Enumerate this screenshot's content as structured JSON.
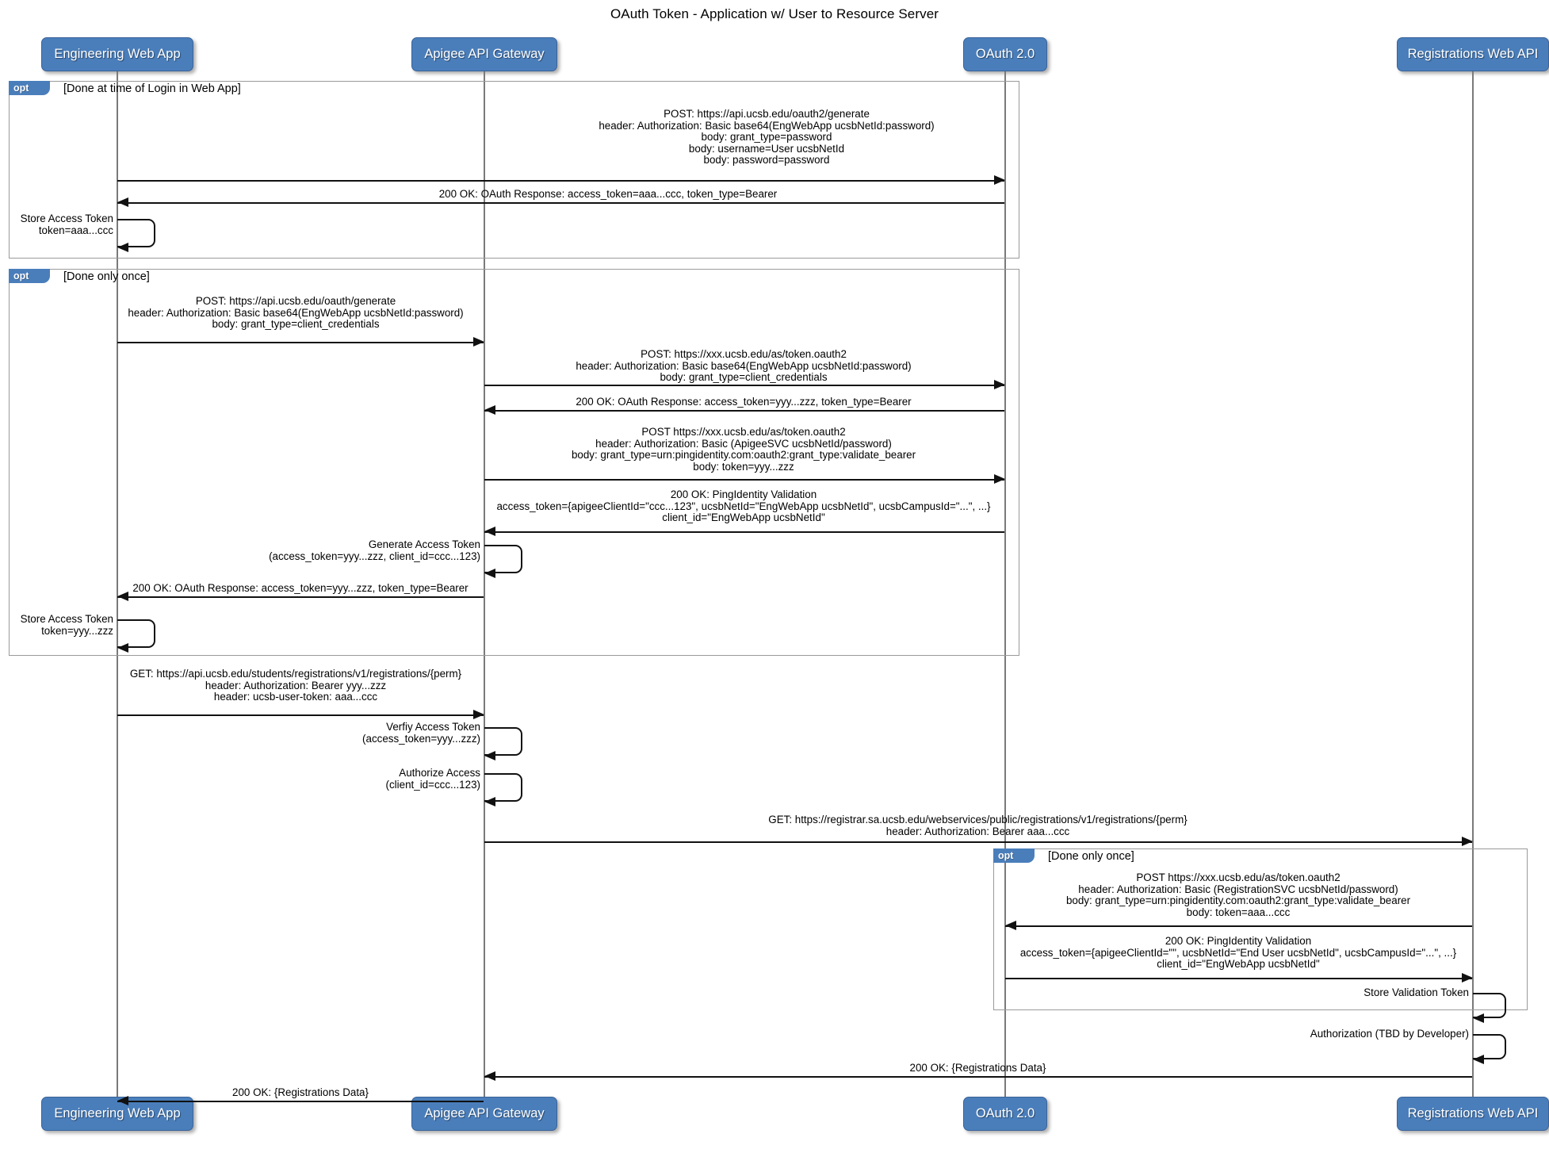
{
  "title": "OAuth Token - Application w/ User to Resource Server",
  "theme": {
    "participant_fill": "#4a7ebb",
    "participant_text": "#ffffff",
    "lifeline": "#7a7a7a",
    "fragment_border": "#9a9a9a",
    "message_line": "#111111",
    "background": "#ffffff"
  },
  "participants": [
    {
      "id": "engweb",
      "label": "Engineering Web App"
    },
    {
      "id": "apigee",
      "label": "Apigee API Gateway"
    },
    {
      "id": "oauth",
      "label": "OAuth 2.0"
    },
    {
      "id": "regapi",
      "label": "Registrations Web API"
    }
  ],
  "fragments": [
    {
      "id": "frag1",
      "tag": "opt",
      "label": "[Done at time of Login in Web App]"
    },
    {
      "id": "frag2",
      "tag": "opt",
      "label": "[Done only once]"
    },
    {
      "id": "frag3",
      "tag": "opt",
      "label": "[Done only once]"
    }
  ],
  "messages": [
    {
      "id": "m1",
      "from": "engweb",
      "to": "oauth",
      "direction": "right",
      "text": "POST: https://api.ucsb.edu/oauth2/generate\nheader: Authorization: Basic base64(EngWebApp ucsbNetId:password)\nbody: grant_type=password\nbody: username=User ucsbNetId\nbody: password=password"
    },
    {
      "id": "m2",
      "from": "oauth",
      "to": "engweb",
      "direction": "left",
      "text": "200 OK: OAuth Response: access_token=aaa...ccc, token_type=Bearer"
    },
    {
      "id": "m3",
      "self": "engweb",
      "kind": "self",
      "text": "Store Access Token\ntoken=aaa...ccc"
    },
    {
      "id": "m4",
      "from": "engweb",
      "to": "apigee",
      "direction": "right",
      "text": "POST: https://api.ucsb.edu/oauth/generate\nheader: Authorization: Basic base64(EngWebApp ucsbNetId:password)\nbody: grant_type=client_credentials"
    },
    {
      "id": "m5",
      "from": "apigee",
      "to": "oauth",
      "direction": "right",
      "text": "POST: https://xxx.ucsb.edu/as/token.oauth2\nheader: Authorization: Basic base64(EngWebApp ucsbNetId:password)\nbody: grant_type=client_credentials"
    },
    {
      "id": "m6",
      "from": "oauth",
      "to": "apigee",
      "direction": "left",
      "text": "200 OK: OAuth Response: access_token=yyy...zzz, token_type=Bearer"
    },
    {
      "id": "m7",
      "from": "apigee",
      "to": "oauth",
      "direction": "right",
      "text": "POST https://xxx.ucsb.edu/as/token.oauth2\nheader: Authorization: Basic (ApigeeSVC ucsbNetId/password)\nbody: grant_type=urn:pingidentity.com:oauth2:grant_type:validate_bearer\nbody: token=yyy...zzz"
    },
    {
      "id": "m8",
      "from": "oauth",
      "to": "apigee",
      "direction": "left",
      "text": "200 OK: PingIdentity Validation\naccess_token={apigeeClientId=\"ccc...123\", ucsbNetId=\"EngWebApp ucsbNetId\", ucsbCampusId=\"...\", ...}\nclient_id=\"EngWebApp ucsbNetId\""
    },
    {
      "id": "m9",
      "self": "apigee",
      "kind": "self",
      "text": "Generate Access Token\n(access_token=yyy...zzz, client_id=ccc...123)"
    },
    {
      "id": "m10",
      "from": "apigee",
      "to": "engweb",
      "direction": "left",
      "text": "200 OK: OAuth Response: access_token=yyy...zzz, token_type=Bearer"
    },
    {
      "id": "m11",
      "self": "engweb",
      "kind": "self",
      "text": "Store Access Token\ntoken=yyy...zzz"
    },
    {
      "id": "m12",
      "from": "engweb",
      "to": "apigee",
      "direction": "right",
      "text": "GET: https://api.ucsb.edu/students/registrations/v1/registrations/{perm}\nheader: Authorization: Bearer yyy...zzz\nheader: ucsb-user-token: aaa...ccc"
    },
    {
      "id": "m13",
      "self": "apigee",
      "kind": "self",
      "text": "Verfiy Access Token\n(access_token=yyy...zzz)"
    },
    {
      "id": "m14",
      "self": "apigee",
      "kind": "self",
      "text": "Authorize Access\n(client_id=ccc...123)"
    },
    {
      "id": "m15",
      "from": "apigee",
      "to": "regapi",
      "direction": "right",
      "text": "GET: https://registrar.sa.ucsb.edu/webservices/public/registrations/v1/registrations/{perm}\nheader: Authorization: Bearer aaa...ccc"
    },
    {
      "id": "m16",
      "from": "regapi",
      "to": "oauth",
      "direction": "left",
      "text": "POST https://xxx.ucsb.edu/as/token.oauth2\nheader: Authorization: Basic (RegistrationSVC ucsbNetId/password)\nbody: grant_type=urn:pingidentity.com:oauth2:grant_type:validate_bearer\nbody: token=aaa...ccc"
    },
    {
      "id": "m17",
      "from": "oauth",
      "to": "regapi",
      "direction": "right",
      "text": "200 OK: PingIdentity Validation\naccess_token={apigeeClientId=\"\", ucsbNetId=\"End User ucsbNetId\", ucsbCampusId=\"...\", ...}\nclient_id=\"EngWebApp ucsbNetId\""
    },
    {
      "id": "m18",
      "self": "regapi",
      "kind": "self",
      "text": "Store Validation Token"
    },
    {
      "id": "m19",
      "self": "regapi",
      "kind": "self",
      "text": "Authorization (TBD by Developer)"
    },
    {
      "id": "m20",
      "from": "regapi",
      "to": "apigee",
      "direction": "left",
      "text": "200 OK: {Registrations Data}"
    },
    {
      "id": "m21",
      "from": "apigee",
      "to": "engweb",
      "direction": "left",
      "text": "200 OK: {Registrations Data}"
    }
  ]
}
